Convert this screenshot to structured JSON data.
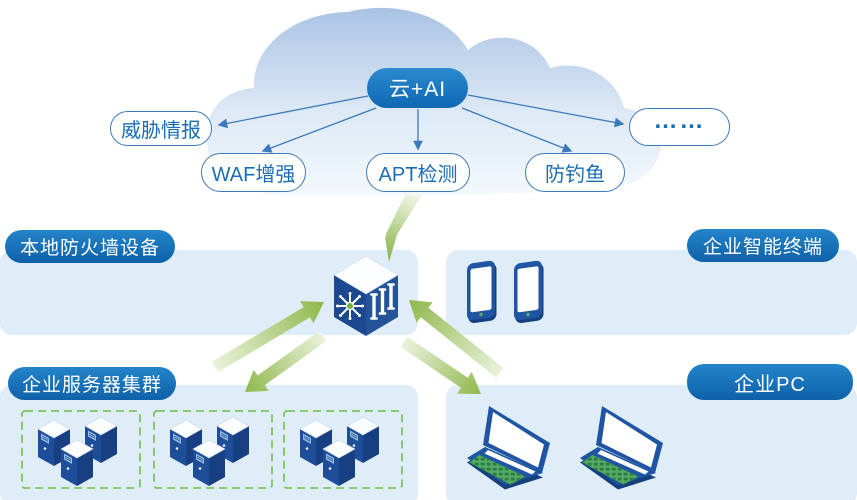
{
  "cloud": {
    "label": "云+AI",
    "fill_top": "#a9c3e4",
    "fill_bottom": "#f4f9fd",
    "node_color": "#1777c4"
  },
  "features": [
    {
      "label": "威胁情报"
    },
    {
      "label": "WAF增强"
    },
    {
      "label": "APT检测"
    },
    {
      "label": "防钓鱼"
    },
    {
      "label": "……"
    }
  ],
  "zones": {
    "local_firewall": {
      "label": "本地防火墙设备"
    },
    "smart_terminal": {
      "label": "企业智能终端",
      "device_count": 2
    },
    "server_cluster": {
      "label": "企业服务器集群",
      "group_count": 3,
      "servers_per_group": 3
    },
    "enterprise_pc": {
      "label": "企业PC",
      "device_count": 2
    }
  },
  "icons": {
    "firewall_cube": "isometric cube with snowflake and III marks",
    "smartphone": "blue smartphone outline",
    "laptop": "blue laptop with green keyboard",
    "server_tower": "isometric blue server tower",
    "lightning_arrow": "green lightning bolt from cloud to firewall",
    "bidirectional_arrows": "green double arrows between firewall and zones"
  },
  "colors": {
    "zone_pill_blue": "#1268b3",
    "panel_blue": "#dfedf9",
    "outline_pill_border": "#3d7ab8",
    "feature_text_blue": "#1a6db4",
    "connector_line_blue": "#3b79bb",
    "arrow_green": "#8fb84c",
    "dashed_border_green": "#7cc45f",
    "device_blue": "#1f55a3"
  }
}
